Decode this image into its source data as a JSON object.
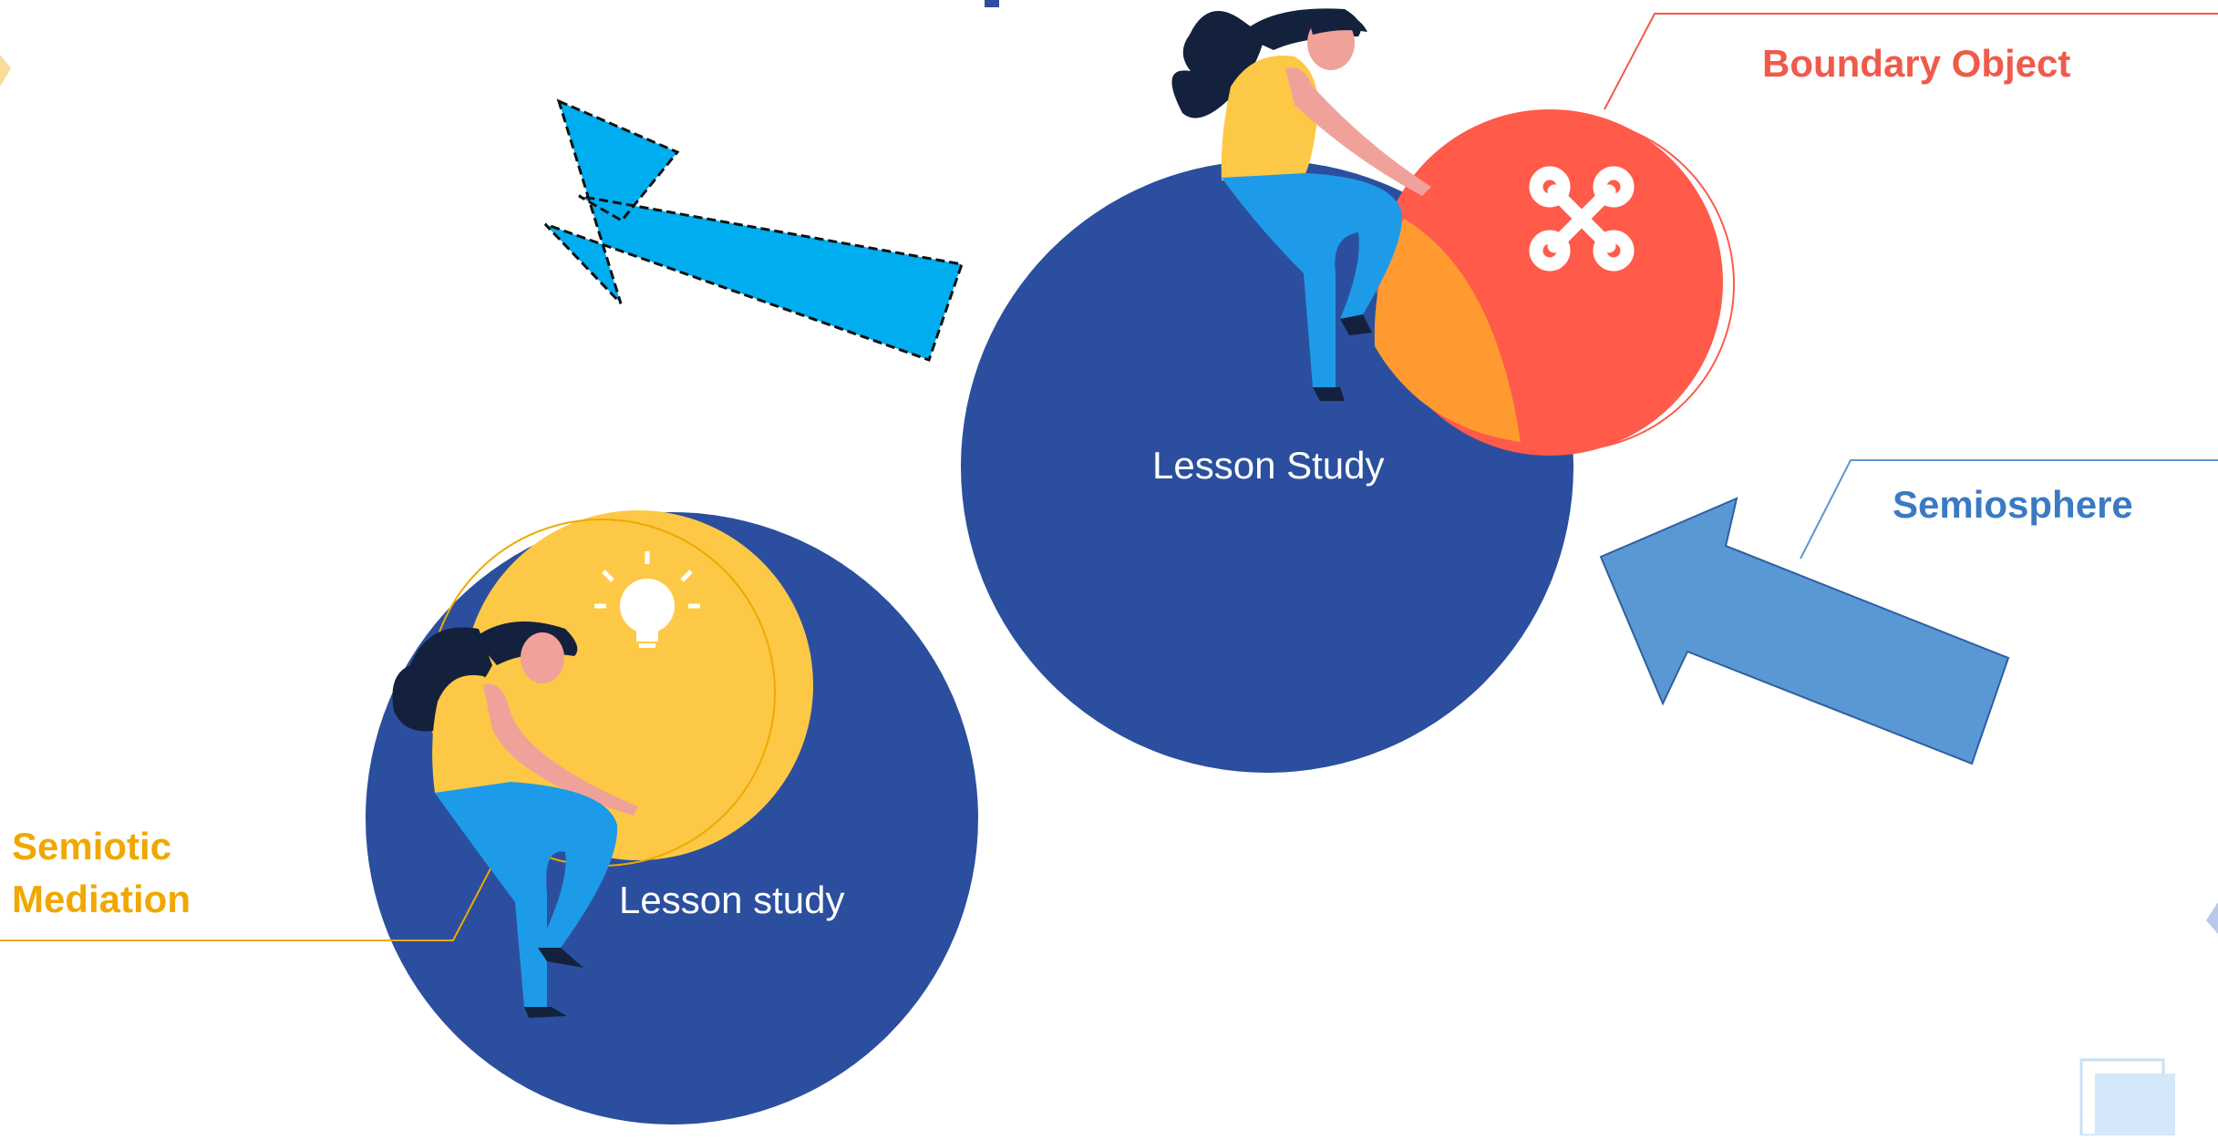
{
  "labels": {
    "boundary_object": "Boundary Object",
    "semiosphere": "Semiosphere",
    "semiotic_mediation_line1": "Semiotic",
    "semiotic_mediation_line2": "Mediation",
    "lesson_study_upper": "Lesson Study",
    "lesson_study_lower": "Lesson study"
  },
  "icons": {
    "boundary_object": "wrench-cross-icon",
    "semiotic_mediation": "lightbulb-icon"
  },
  "colors": {
    "background": "#ffffff",
    "big_circle": "#2b4f9e",
    "boundary_ball": "#ff5a4a",
    "overlap_orange": "#ff9a30",
    "idea_ball": "#fdc845",
    "arrow_left": "#00aeef",
    "arrow_right": "#5a98d5",
    "boundary_text": "#f05a4a",
    "semiosphere_text": "#3a7ac2",
    "mediation_text": "#f0a800",
    "hair": "#14213d",
    "skin": "#f0a29a",
    "shirt": "#fdc845",
    "pants": "#1e9be8"
  }
}
